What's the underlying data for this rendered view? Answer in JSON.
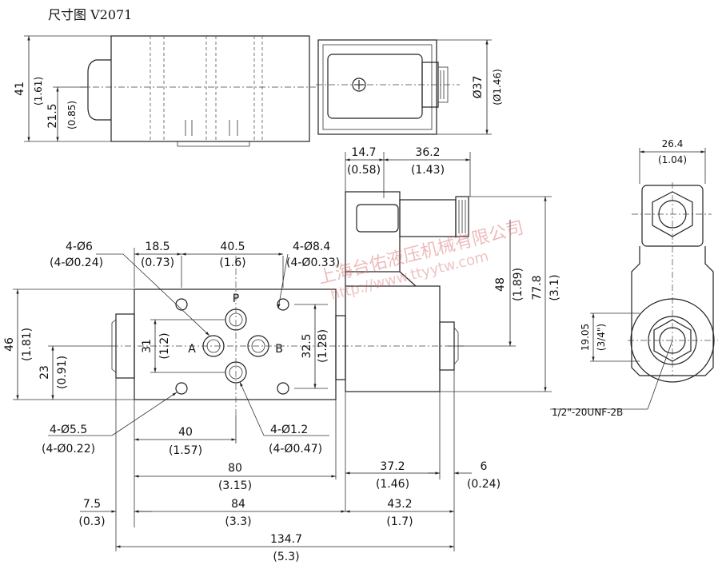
{
  "title": "尺寸图 V2071",
  "watermark": {
    "company": "上海台佑液压机械有限公司",
    "url": "http://www.ttyytw.com"
  },
  "dimensions": {
    "top_height": {
      "mm": "41",
      "in": "(1.61)"
    },
    "top_center": {
      "mm": "21.5",
      "in": "(0.85)"
    },
    "coil_dia": {
      "mm": "Ø37",
      "in": "(Ø1.46)"
    },
    "conn_width": {
      "mm": "26.4",
      "in": "(1.04)"
    },
    "conn_w1": {
      "mm": "14.7",
      "in": "(0.58)"
    },
    "conn_w2": {
      "mm": "36.2",
      "in": "(1.43)"
    },
    "holes_a": {
      "mm": "4-Ø6",
      "in": "(4-Ø0.24)"
    },
    "holes_b": {
      "mm": "4-Ø8.4",
      "in": "(4-Ø0.33)"
    },
    "d18_5": {
      "mm": "18.5",
      "in": "(0.73)"
    },
    "d40_5": {
      "mm": "40.5",
      "in": "(1.6)"
    },
    "d48": {
      "mm": "48",
      "in": "(1.89)"
    },
    "d77_8": {
      "mm": "77.8",
      "in": "(3.1)"
    },
    "d46": {
      "mm": "46",
      "in": "(1.81)"
    },
    "d23": {
      "mm": "23",
      "in": "(0.91)"
    },
    "d31": {
      "mm": "31",
      "in": "(1.2)"
    },
    "d32_5": {
      "mm": "32.5",
      "in": "(1.28)"
    },
    "d19_05": {
      "mm": "19.05",
      "in": "(3/4\")"
    },
    "thread": "1/2\"-20UNF-2B",
    "holes_c": {
      "mm": "4-Ø5.5",
      "in": "(4-Ø0.22)"
    },
    "holes_d": {
      "mm": "4-Ø1.2",
      "in": "(4-Ø0.47)"
    },
    "d40": {
      "mm": "40",
      "in": "(1.57)"
    },
    "d80": {
      "mm": "80",
      "in": "(3.15)"
    },
    "d37_2": {
      "mm": "37.2",
      "in": "(1.46)"
    },
    "d6": {
      "mm": "6",
      "in": "(0.24)"
    },
    "d7_5": {
      "mm": "7.5",
      "in": "(0.3)"
    },
    "d84": {
      "mm": "84",
      "in": "(3.3)"
    },
    "d43_2": {
      "mm": "43.2",
      "in": "(1.7)"
    },
    "d134_7": {
      "mm": "134.7",
      "in": "(5.3)"
    }
  },
  "ports": {
    "p": "P",
    "a": "A",
    "b": "B"
  }
}
